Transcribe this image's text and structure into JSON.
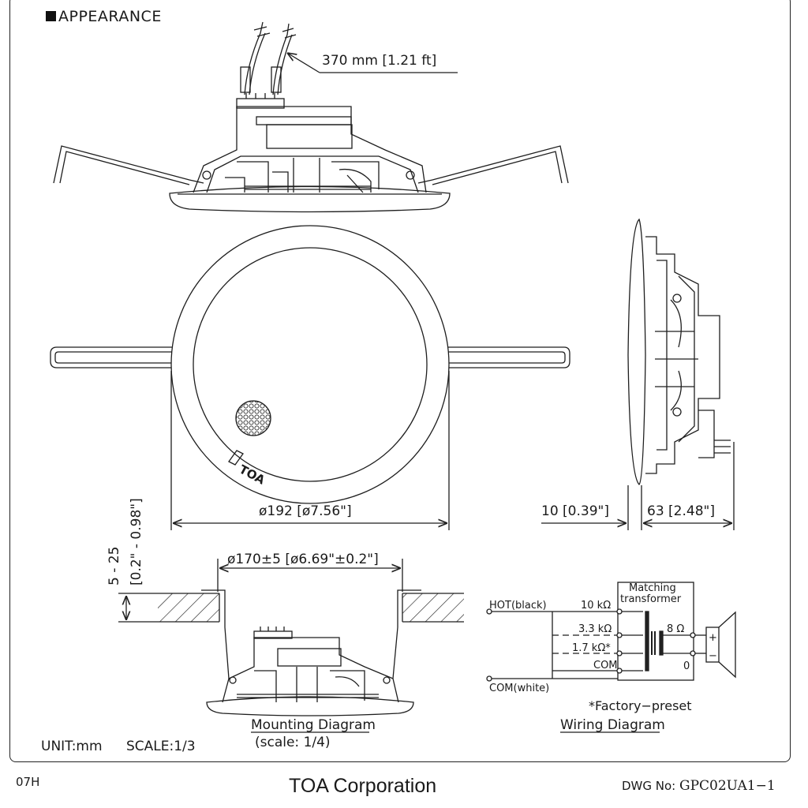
{
  "header": {
    "title": "APPEARANCE"
  },
  "dimensions": {
    "cable_length": "370 mm [1.21 ft]",
    "diameter": "ø192 [ø7.56\"]",
    "front_depth": "10 [0.39\"]",
    "body_depth": "63 [2.48\"]",
    "cutout": "ø170±5 [ø6.69\"±0.2\"]",
    "ceiling_thickness_mm": "5 - 25",
    "ceiling_thickness_in": "[0.2\" - 0.98\"]"
  },
  "front_logo": "TOA",
  "mounting": {
    "title": "Mounting Diagram",
    "scale": "(scale: 1/4)"
  },
  "wiring": {
    "title": "Wiring Diagram",
    "transformer_label_1": "Matching",
    "transformer_label_2": "transformer",
    "hot": "HOT(black)",
    "com": "COM(white)",
    "tap_10k": "10 kΩ",
    "tap_3_3k": "3.3 kΩ",
    "tap_1_7k": "1.7 kΩ*",
    "tap_com": "COM",
    "sec_8": "8 Ω",
    "sec_0": "0",
    "plus": "+",
    "minus": "−",
    "note": "*Factory−preset"
  },
  "footer": {
    "unit": "UNIT:mm",
    "scale": "SCALE:1/3",
    "rev": "07H",
    "company": "TOA Corporation",
    "dwg_label": "DWG No:",
    "dwg_no": "GPC02UA1−1"
  },
  "colors": {
    "line": "#1a1a1a",
    "background": "#ffffff"
  }
}
